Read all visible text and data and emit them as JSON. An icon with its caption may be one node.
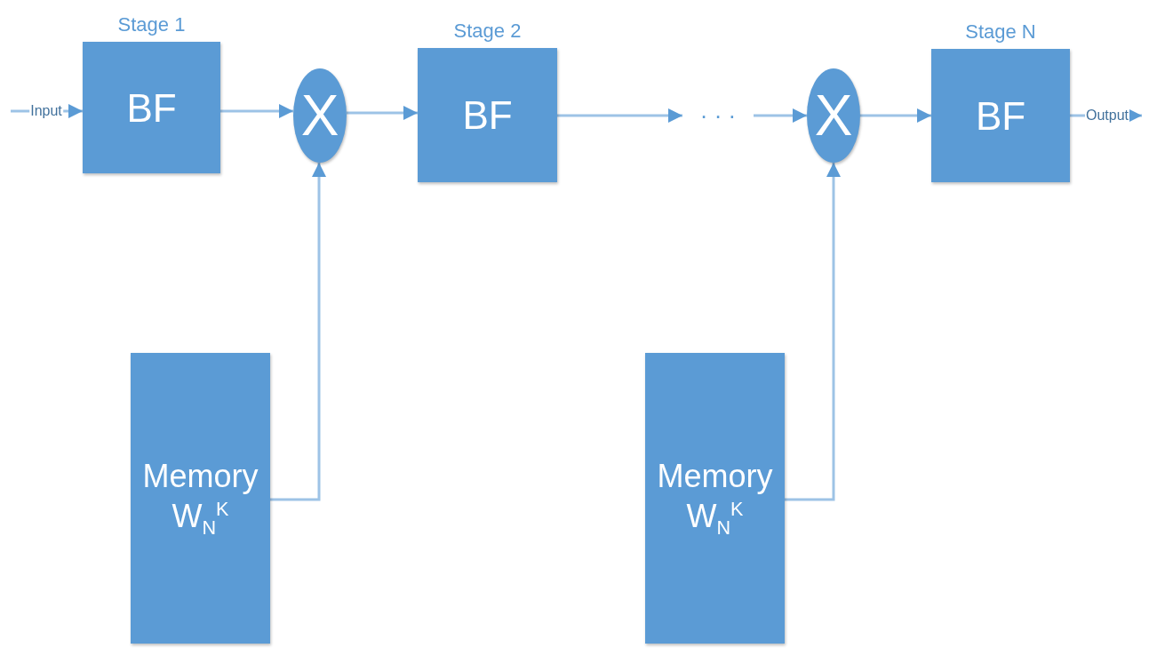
{
  "diagram": {
    "nodes": [
      {
        "text": [
          "Stage 1",
          "BF"
        ]
      },
      {
        "text": [
          "X"
        ]
      },
      {
        "text": [
          "Stage 2",
          "BF"
        ]
      },
      {
        "text": [
          "· · ·"
        ]
      },
      {
        "text": [
          "X"
        ]
      },
      {
        "text": [
          "Stage N",
          "BF"
        ]
      },
      {
        "text": [
          "Memory W$_{N}$$^{K}$"
        ]
      },
      {
        "text": [
          "Memory W$_{N}$$^{K}$"
        ]
      }
    ],
    "edges": [
      {
        "from": null,
        "to": 0,
        "arrow": "to",
        "label": "Input"
      },
      {
        "from": 0,
        "to": 1,
        "arrow": "to"
      },
      {
        "from": 1,
        "to": 2,
        "arrow": "to"
      },
      {
        "from": 2,
        "to": 3,
        "arrow": "to"
      },
      {
        "from": 3,
        "to": 4,
        "arrow": "to"
      },
      {
        "from": 4,
        "to": 5,
        "arrow": "to"
      },
      {
        "from": 5,
        "to": null,
        "arrow": "to",
        "label": "Output"
      },
      {
        "from": 6,
        "to": 1,
        "arrow": "to"
      },
      {
        "from": 7,
        "to": 4,
        "arrow": "to"
      }
    ]
  }
}
